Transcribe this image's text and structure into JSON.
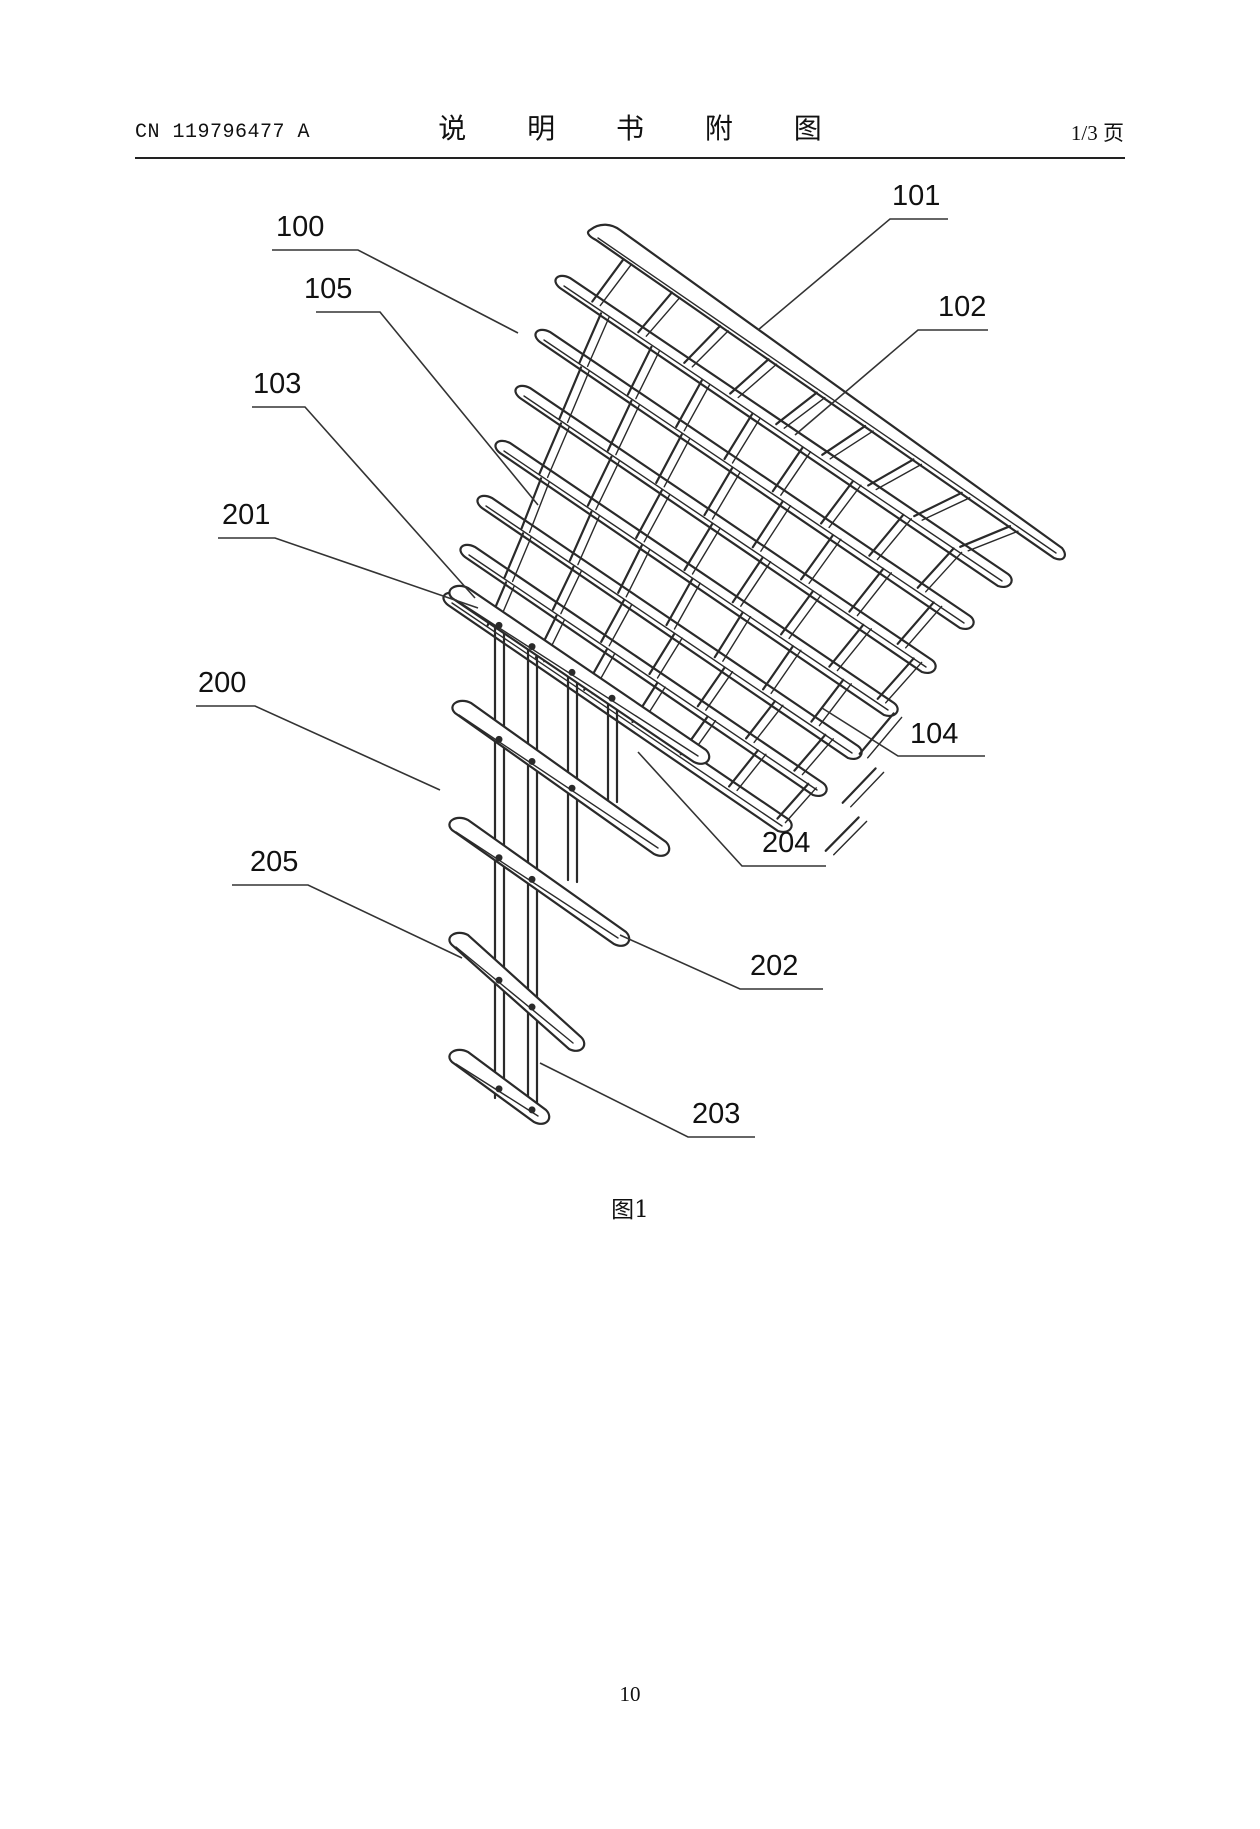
{
  "header": {
    "publication_number": "CN 119796477 A",
    "section_title": "说 明 书 附 图",
    "page_label": "1/3 页"
  },
  "figure": {
    "caption": "图1",
    "callouts": {
      "c100": "100",
      "c101": "101",
      "c102": "102",
      "c103": "103",
      "c104": "104",
      "c105": "105",
      "c200": "200",
      "c201": "201",
      "c202": "202",
      "c203": "203",
      "c204": "204",
      "c205": "205"
    }
  },
  "footer": {
    "page_number": "10"
  }
}
